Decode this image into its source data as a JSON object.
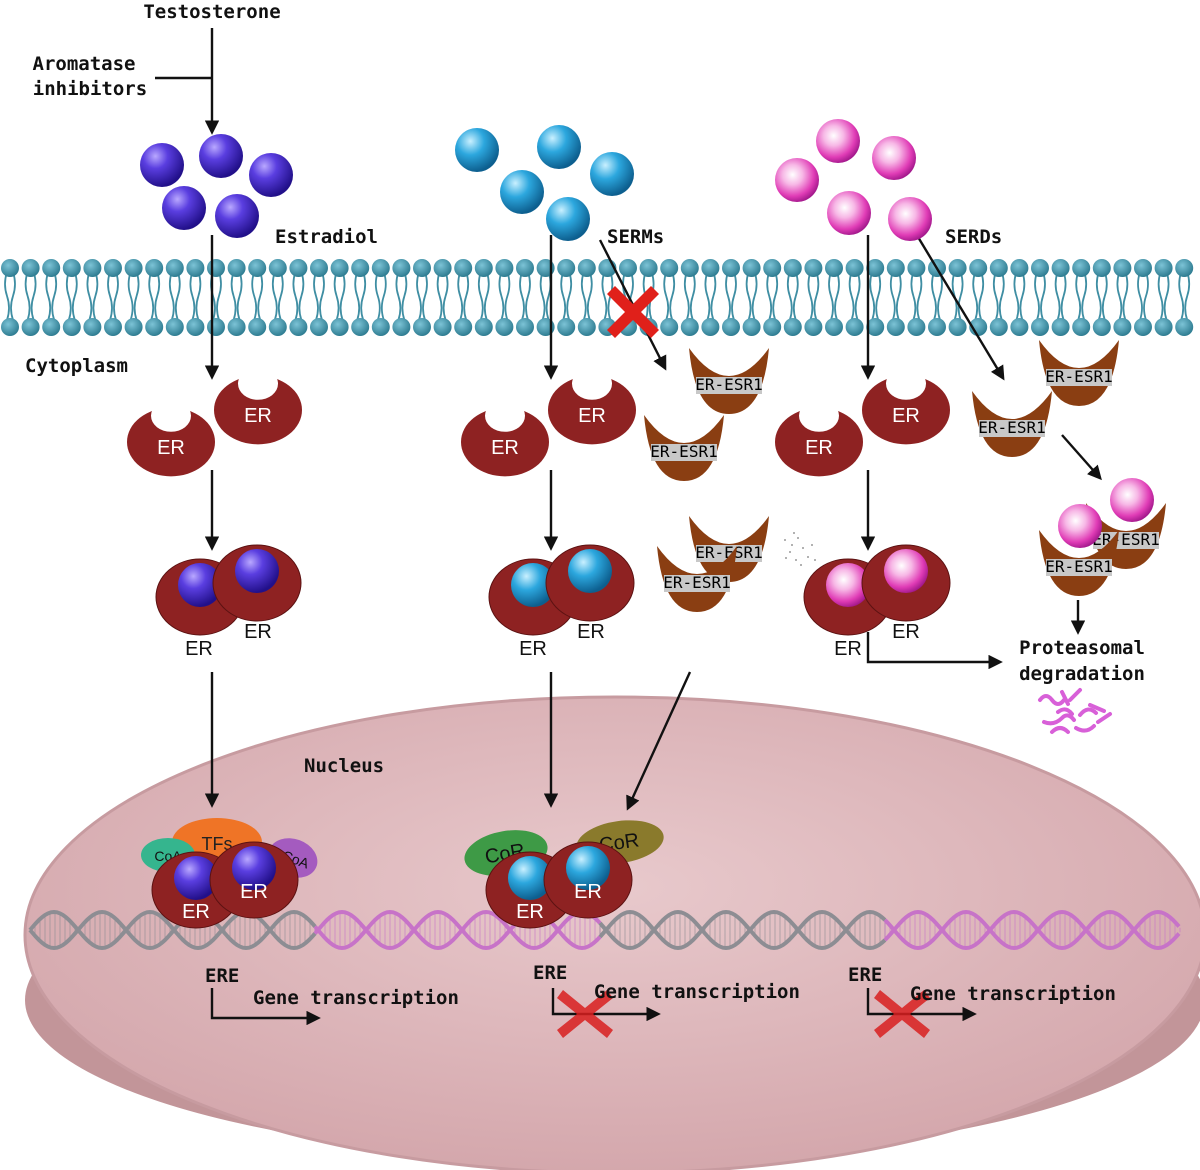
{
  "labels": {
    "testosterone": "Testosterone",
    "aromatase_1": "Aromatase",
    "aromatase_2": "inhibitors",
    "estradiol": "Estradiol",
    "serms": "SERMs",
    "serds": "SERDs",
    "cytoplasm": "Cytoplasm",
    "nucleus": "Nucleus",
    "proteasomal_1": "Proteasomal",
    "proteasomal_2": "degradation",
    "ere": "ERE",
    "gene_transcription": "Gene transcription",
    "er": "ER",
    "er_esr1": "ER-ESR1",
    "tfs": "TFs",
    "coa": "CoA",
    "cor": "CoR"
  },
  "colors": {
    "estradiol_ball": "#3a1fc9",
    "serm_ball": "#1f9fd8",
    "serd_ball": "#e23fb8",
    "er_receptor": "#8e2222",
    "esr1_receptor": "#8a3e12",
    "membrane": "#3f8ea3",
    "nucleus_fill": "#e0bcc0",
    "dna_gray": "#8d8d93",
    "dna_pink": "#c773c8",
    "tfs": "#ef7426",
    "coa_teal": "#35b58e",
    "coa_purple": "#a45bbf",
    "cor_green": "#3e9a46",
    "cor_olive": "#8a7a2c",
    "block_x": "#e0201a"
  }
}
